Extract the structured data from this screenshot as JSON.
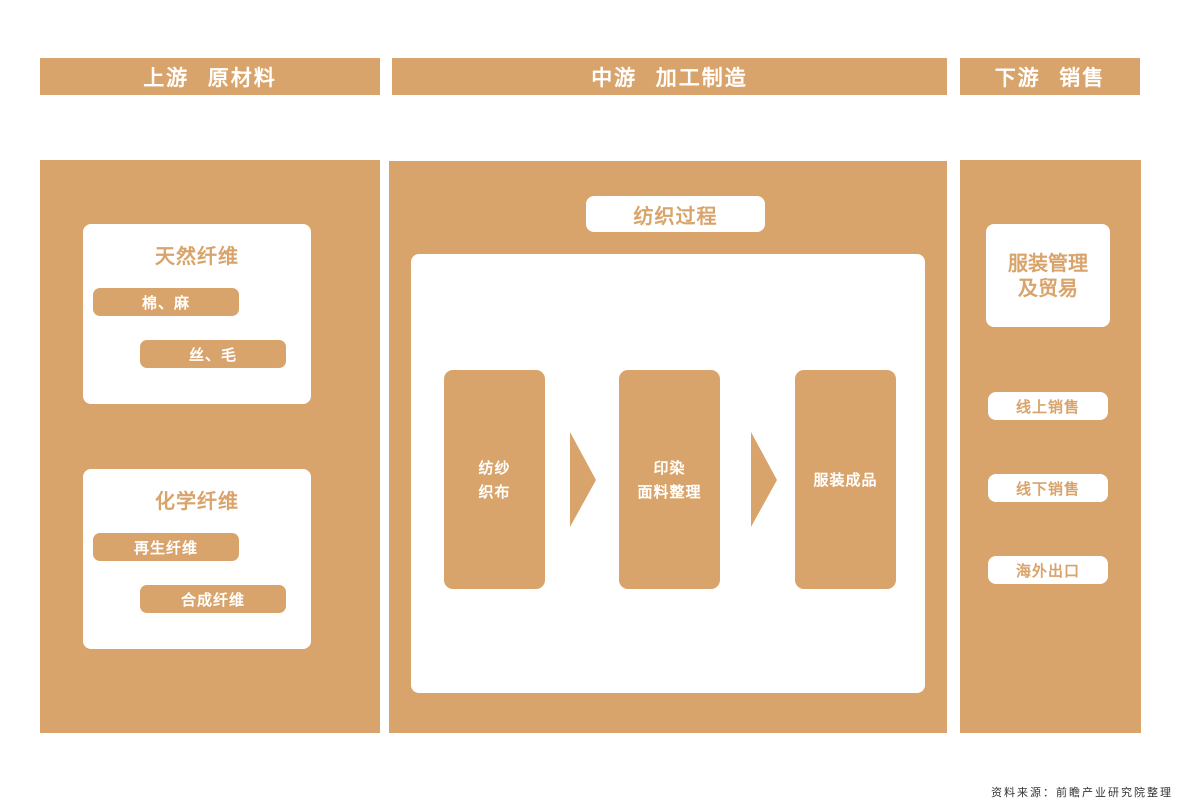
{
  "headers": {
    "upstream": "上游  原材料",
    "midstream": "中游  加工制造",
    "downstream": "下游  销售"
  },
  "upstream": {
    "natural": {
      "title": "天然纤维",
      "items": [
        "棉、麻",
        "丝、毛"
      ]
    },
    "chemical": {
      "title": "化学纤维",
      "items": [
        "再生纤维",
        "合成纤维"
      ]
    }
  },
  "midstream": {
    "process_title": "纺织过程",
    "steps": [
      {
        "line1": "纺纱",
        "line2": "织布"
      },
      {
        "line1": "印染",
        "line2": "面料整理"
      },
      {
        "line1": "服装成品",
        "line2": ""
      }
    ]
  },
  "downstream": {
    "main": {
      "line1": "服装管理",
      "line2": "及贸易"
    },
    "channels": [
      "线上销售",
      "线下销售",
      "海外出口"
    ]
  },
  "footer": {
    "source": "资料来源：前瞻产业研究院整理"
  },
  "colors": {
    "accent": "#d9a46b",
    "background": "#ffffff"
  }
}
